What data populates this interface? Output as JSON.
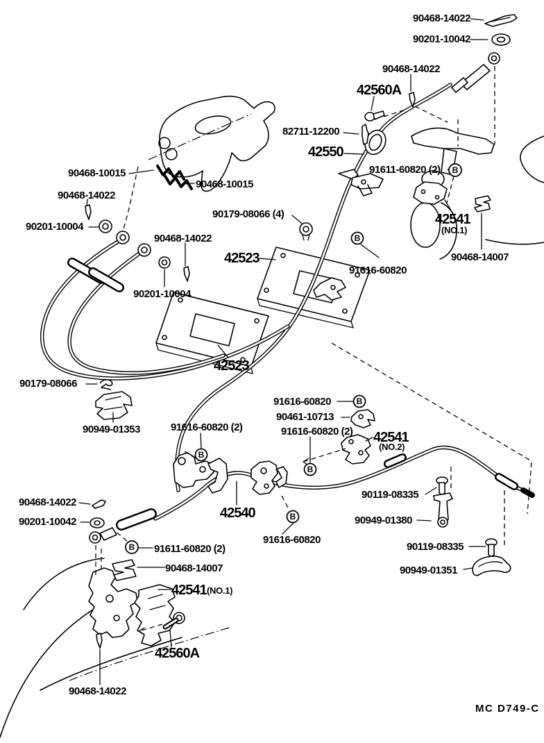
{
  "colors": {
    "line": "#000000",
    "background": "#ffffff"
  },
  "marker": {
    "letter": "B"
  },
  "labels": {
    "top_clip": "90468-14022",
    "top_nut": "90201-10042",
    "pin_top": "90468-14022",
    "bolt_top": "42560A",
    "grommet": "82711-12200",
    "cable1": "42550",
    "clamp_top": "91611-60820 (2)",
    "bracket1_top": "42541",
    "bracket1_top_no": "(NO.1)",
    "plate_top": "90468-14007",
    "spring_a": "90468-10015",
    "spring_b": "90468-10015",
    "pin_a": "90468-14022",
    "washer_a": "90201-10004",
    "nut4": "90179-08066 (4)",
    "pin_b": "90468-14022",
    "washer_b": "90201-10004",
    "plate_a": "42523",
    "bolt_mid": "91616-60820",
    "plate_b": "42523",
    "clip_low": "90179-08066",
    "damper": "90949-01353",
    "bolt_r1b": "91616-60820",
    "clip_r": "90461-10713",
    "bolt_r2b": "91616-60820 (2)",
    "bracket2": "42541",
    "bracket2_no": "(NO.2)",
    "bolt_lb": "91616-60820 (2)",
    "cable2": "42540",
    "bolt_low": "91616-60820",
    "clip_bl": "90468-14022",
    "nut_bl": "90201-10042",
    "clamp_bl": "91611-60820 (2)",
    "plate_bl": "90468-14007",
    "bracket1_b": "42541",
    "bracket1_b_no": "(NO.1)",
    "bolt_bl": "42560A",
    "pin_bl": "90468-14022",
    "screw_r1": "90119-08335",
    "strap_r": "90949-01380",
    "screw_r2": "90119-08335",
    "clamp_r": "90949-01351",
    "footer": "MC D749-C"
  }
}
